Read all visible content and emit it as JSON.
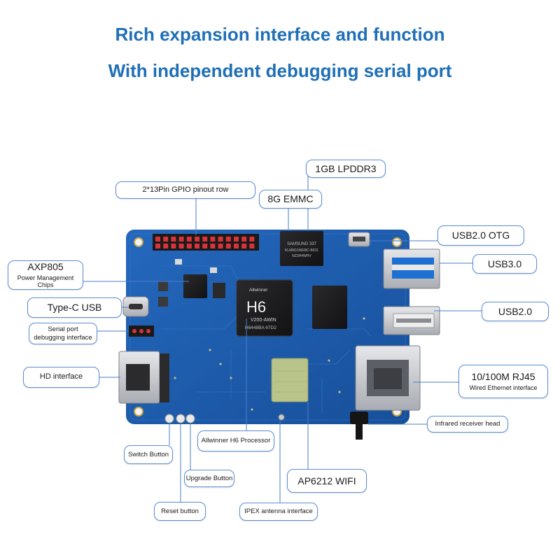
{
  "headings": {
    "line1": "Rich expansion interface and function",
    "line2": "With independent debugging serial port"
  },
  "board": {
    "soc_brand": "Allwinner",
    "soc_model": "H6",
    "soc_code": "V200-AWIN",
    "soc_lot": "H6448BA  67D2",
    "emmc_text": "SAMSUNG 337\nKLM8G1WEBC-B031\nNZ3H4WHV",
    "colors": {
      "pcb": "#1f5fb0",
      "pcb_dark": "#174c94",
      "accent": "#1f6fb7",
      "callout_border": "#5b8ed4",
      "chip": "#1c1c1e",
      "metal": "#c9cbcf",
      "header_pin": "#d8333a"
    }
  },
  "callouts": {
    "lpddr": "1GB LPDDR3",
    "gpio": "2*13Pin GPIO pinout row",
    "emmc": "8G EMMC",
    "otg": "USB2.0 OTG",
    "usb3": "USB3.0",
    "axp": "AXP805",
    "axp_sub": "Power Management Chips",
    "typec": "Type-C USB",
    "serial": "Serial port debugging interface",
    "usb2": "USB2.0",
    "hd": "HD interface",
    "rj45": "10/100M RJ45",
    "rj45_sub": "Wired Ethernet interface",
    "ir": "Infrared receiver head",
    "h6": "Allwinner H6 Processor",
    "switch": "Switch Button",
    "upgrade": "Upgrade Button",
    "wifi": "AP6212 WIFI",
    "reset": "Reset button",
    "ipex": "IPEX antenna interface"
  }
}
